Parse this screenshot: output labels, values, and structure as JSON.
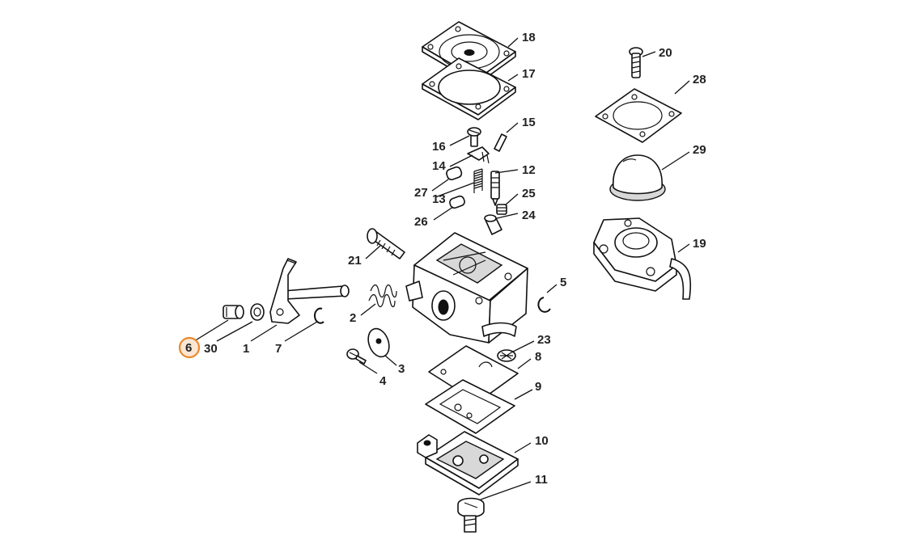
{
  "diagram": {
    "highlighted_part": "6",
    "highlight_color": "#e8892e",
    "callouts": [
      "18",
      "17",
      "16",
      "15",
      "14",
      "12",
      "27",
      "13",
      "25",
      "26",
      "24",
      "21",
      "2",
      "5",
      "6",
      "30",
      "1",
      "7",
      "4",
      "3",
      "23",
      "8",
      "9",
      "10",
      "11",
      "20",
      "28",
      "29",
      "19"
    ]
  }
}
